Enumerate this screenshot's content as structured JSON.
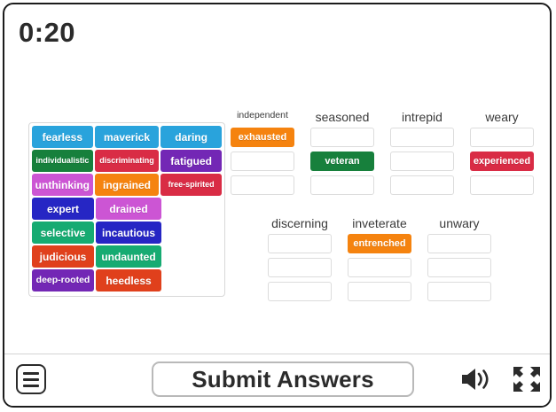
{
  "timer": "0:20",
  "wordbank": {
    "rows": [
      [
        {
          "text": "fearless",
          "color": "#29a3dc",
          "size": "w-a",
          "fs": 12
        },
        {
          "text": "maverick",
          "color": "#29a3dc",
          "size": "w-b",
          "fs": 12
        },
        {
          "text": "daring",
          "color": "#29a3dc",
          "size": "w-c",
          "fs": 12
        }
      ],
      [
        {
          "text": "individualistic",
          "color": "#17803c",
          "size": "w-a",
          "fs": 9
        },
        {
          "text": "discriminating",
          "color": "#d92c45",
          "size": "w-b",
          "fs": 9
        },
        {
          "text": "fatigued",
          "color": "#7327b5",
          "size": "w-c",
          "fs": 12
        }
      ],
      [
        {
          "text": "unthinking",
          "color": "#cc55d4",
          "size": "w-a",
          "fs": 12
        },
        {
          "text": "ingrained",
          "color": "#f5830f",
          "size": "w-b",
          "fs": 12
        },
        {
          "text": "free-spirited",
          "color": "#d92c45",
          "size": "w-c",
          "fs": 9
        }
      ],
      [
        {
          "text": "expert",
          "color": "#2626c4",
          "size": "w-a",
          "fs": 12
        },
        {
          "text": "drained",
          "color": "#cc55d4",
          "size": "w-b",
          "fs": 12
        }
      ],
      [
        {
          "text": "selective",
          "color": "#16ab72",
          "size": "w-a",
          "fs": 12
        },
        {
          "text": "incautious",
          "color": "#2626c4",
          "size": "w-b",
          "fs": 12
        }
      ],
      [
        {
          "text": "judicious",
          "color": "#e0401c",
          "size": "w-a",
          "fs": 12
        },
        {
          "text": "undaunted",
          "color": "#16ab72",
          "size": "w-b",
          "fs": 12
        }
      ],
      [
        {
          "text": "deep-rooted",
          "color": "#7327b5",
          "size": "w-a",
          "fs": 10.5
        },
        {
          "text": "heedless",
          "color": "#e0401c",
          "size": "w-b",
          "fs": 12
        }
      ]
    ]
  },
  "columns_top": [
    {
      "header": "independent",
      "shrink": true,
      "slots": [
        {
          "text": "exhausted",
          "color": "#f5830f",
          "filled": true
        },
        {
          "text": "",
          "filled": false
        },
        {
          "text": "",
          "filled": false
        }
      ]
    },
    {
      "header": "seasoned",
      "shrink": false,
      "slots": [
        {
          "text": "",
          "filled": false
        },
        {
          "text": "veteran",
          "color": "#17803c",
          "filled": true
        },
        {
          "text": "",
          "filled": false
        }
      ]
    },
    {
      "header": "intrepid",
      "shrink": false,
      "slots": [
        {
          "text": "",
          "filled": false
        },
        {
          "text": "",
          "filled": false
        },
        {
          "text": "",
          "filled": false
        }
      ]
    },
    {
      "header": "weary",
      "shrink": false,
      "slots": [
        {
          "text": "",
          "filled": false
        },
        {
          "text": "experienced",
          "color": "#d92c45",
          "filled": true
        },
        {
          "text": "",
          "filled": false
        }
      ]
    }
  ],
  "columns_bottom": [
    {
      "header": "discerning",
      "shrink": false,
      "slots": [
        {
          "text": "",
          "filled": false
        },
        {
          "text": "",
          "filled": false
        },
        {
          "text": "",
          "filled": false
        }
      ]
    },
    {
      "header": "inveterate",
      "shrink": false,
      "slots": [
        {
          "text": "entrenched",
          "color": "#f5830f",
          "filled": true
        },
        {
          "text": "",
          "filled": false
        },
        {
          "text": "",
          "filled": false
        }
      ]
    },
    {
      "header": "unwary",
      "shrink": false,
      "slots": [
        {
          "text": "",
          "filled": false
        },
        {
          "text": "",
          "filled": false
        },
        {
          "text": "",
          "filled": false
        }
      ]
    }
  ],
  "bottom": {
    "submit_label": "Submit Answers",
    "menu_icon": "hamburger-menu-icon",
    "sound_icon": "speaker-volume-icon",
    "fullscreen_icon": "fullscreen-expand-icon"
  }
}
